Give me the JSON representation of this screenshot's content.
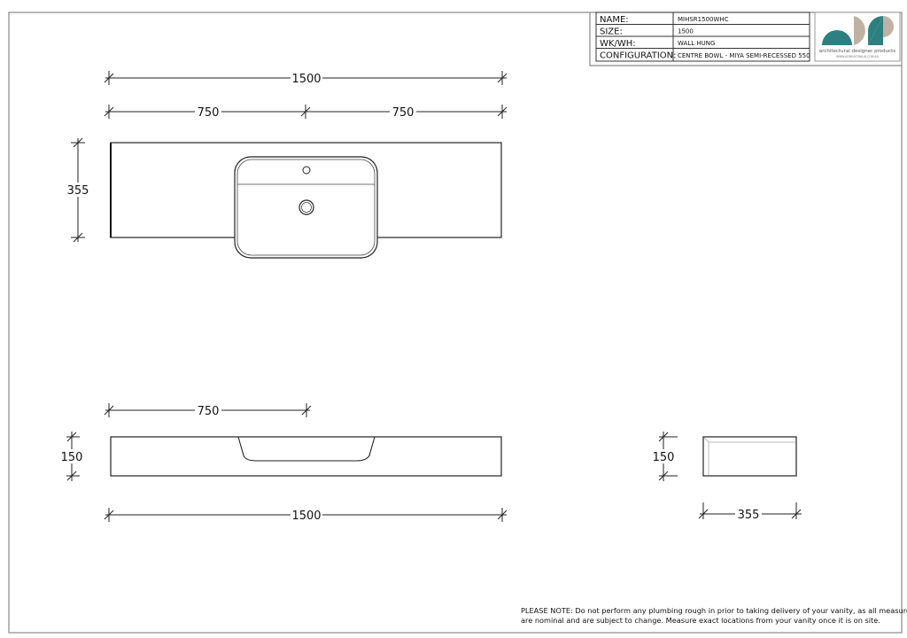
{
  "title_block": {
    "rows": [
      {
        "label": "NAME:",
        "value": "MIHSR1500WHC"
      },
      {
        "label": "SIZE:",
        "value": "1500"
      },
      {
        "label": "WK/WH:",
        "value": "WALL HUNG"
      },
      {
        "label": "CONFIGURATION:",
        "value": "CENTRE BOWL - MIYA SEMI-RECESSED 550"
      }
    ],
    "logo": {
      "tagline": "architectural designer products",
      "website": "WWW.ADPAUSTRALIA.COM.AU",
      "colors": {
        "teal": "#2e7f80",
        "beige": "#bfb2a5"
      }
    }
  },
  "plan_view": {
    "overall_width": "1500",
    "half_left": "750",
    "half_right": "750",
    "depth": "355"
  },
  "front_view": {
    "bowl_centre": "750",
    "height": "150",
    "overall_width": "1500"
  },
  "side_view": {
    "height": "150",
    "depth": "355"
  },
  "note": {
    "line1": "PLEASE NOTE: Do not perform any plumbing rough in prior to taking delivery of your vanity, as all measurements",
    "line2": "are nominal and are subject to change. Measure exact locations from your vanity once it is on site."
  }
}
